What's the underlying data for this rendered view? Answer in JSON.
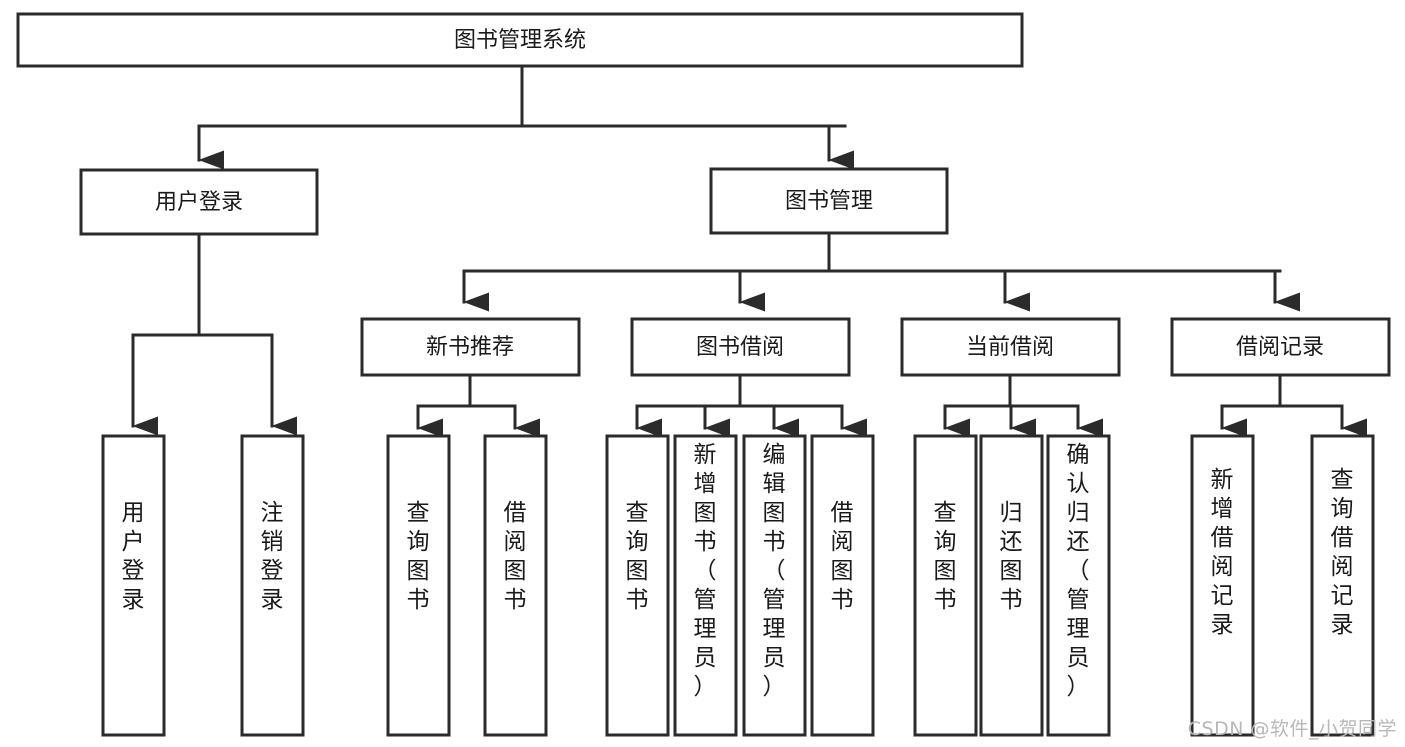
{
  "diagram": {
    "title": "图书管理系统",
    "type": "tree",
    "root": {
      "id": "root",
      "label": "图书管理系统",
      "orientation": "horizontal"
    },
    "level1": [
      {
        "id": "user-login",
        "label": "用户登录",
        "orientation": "horizontal"
      },
      {
        "id": "book-management",
        "label": "图书管理",
        "orientation": "horizontal"
      }
    ],
    "level2": [
      {
        "id": "new-book-recommend",
        "label": "新书推荐",
        "parent": "book-management",
        "orientation": "horizontal"
      },
      {
        "id": "book-borrow",
        "label": "图书借阅",
        "parent": "book-management",
        "orientation": "horizontal"
      },
      {
        "id": "current-borrow",
        "label": "当前借阅",
        "parent": "book-management",
        "orientation": "horizontal"
      },
      {
        "id": "borrow-record",
        "label": "借阅记录",
        "parent": "book-management",
        "orientation": "horizontal"
      }
    ],
    "leaves": [
      {
        "id": "leaf-user-login",
        "label": "用户登录",
        "parent": "user-login",
        "orientation": "vertical"
      },
      {
        "id": "leaf-logout",
        "label": "注销登录",
        "parent": "user-login",
        "orientation": "vertical"
      },
      {
        "id": "leaf-query-book-1",
        "label": "查询图书",
        "parent": "new-book-recommend",
        "orientation": "vertical"
      },
      {
        "id": "leaf-borrow-book-1",
        "label": "借阅图书",
        "parent": "new-book-recommend",
        "orientation": "vertical"
      },
      {
        "id": "leaf-query-book-2",
        "label": "查询图书",
        "parent": "book-borrow",
        "orientation": "vertical"
      },
      {
        "id": "leaf-add-book",
        "label": "新增图书（管理员）",
        "parent": "book-borrow",
        "orientation": "vertical"
      },
      {
        "id": "leaf-edit-book",
        "label": "编辑图书（管理员）",
        "parent": "book-borrow",
        "orientation": "vertical"
      },
      {
        "id": "leaf-borrow-book-2",
        "label": "借阅图书",
        "parent": "book-borrow",
        "orientation": "vertical"
      },
      {
        "id": "leaf-query-book-3",
        "label": "查询图书",
        "parent": "current-borrow",
        "orientation": "vertical"
      },
      {
        "id": "leaf-return-book",
        "label": "归还图书",
        "parent": "current-borrow",
        "orientation": "vertical"
      },
      {
        "id": "leaf-confirm-return",
        "label": "确认归还（管理员）",
        "parent": "current-borrow",
        "orientation": "vertical"
      },
      {
        "id": "leaf-add-record",
        "label": "新增借阅记录",
        "parent": "borrow-record",
        "orientation": "vertical"
      },
      {
        "id": "leaf-query-record",
        "label": "查询借阅记录",
        "parent": "borrow-record",
        "orientation": "vertical"
      }
    ]
  },
  "watermark": {
    "text": "CSDN @软件_小贺同学"
  },
  "colors": {
    "stroke": "#2b2b2b",
    "box_fill": "#ffffff",
    "text": "#1a1a1a",
    "background": "#ffffff",
    "watermark": "#b8b8b8"
  }
}
